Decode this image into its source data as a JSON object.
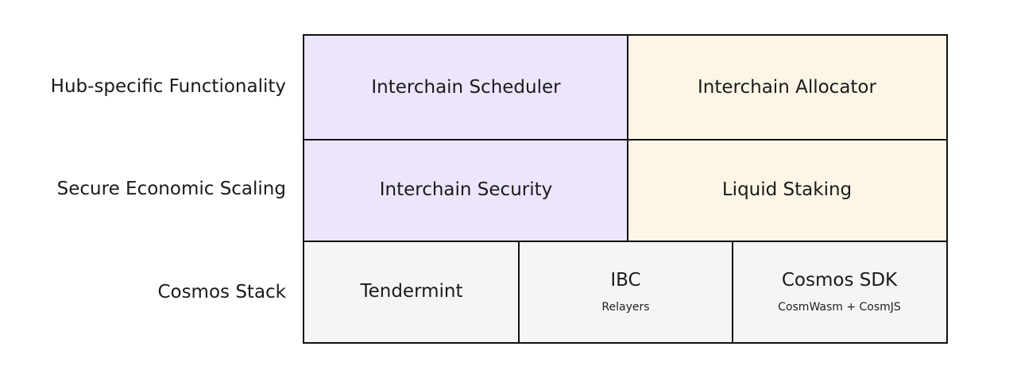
{
  "row_labels": {
    "hub": "Hub-specific Functionality",
    "secure": "Secure Economic Scaling",
    "cosmos": "Cosmos Stack"
  },
  "cells": {
    "interchain_scheduler": "Interchain Scheduler",
    "interchain_allocator": "Interchain Allocator",
    "interchain_security": "Interchain Security",
    "liquid_staking": "Liquid Staking",
    "tendermint": "Tendermint",
    "ibc": {
      "title": "IBC",
      "subtitle": "Relayers"
    },
    "cosmos_sdk": {
      "title": "Cosmos SDK",
      "subtitle": "CosmWasm + CosmJS"
    }
  },
  "colors": {
    "purple": "#ece5fb",
    "cream": "#fdf6e6",
    "gray": "#f5f5f5",
    "border": "#111111"
  }
}
